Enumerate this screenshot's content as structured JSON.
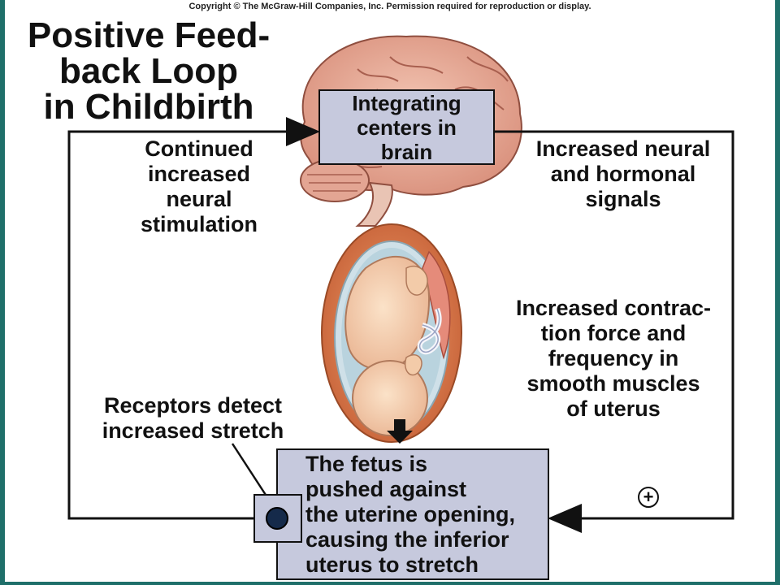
{
  "copyright": "Copyright © The McGraw-Hill Companies, Inc. Permission required for reproduction or display.",
  "title_lines": [
    "Positive Feed-",
    "back Loop",
    "in Childbirth"
  ],
  "integrating_box": {
    "lines": [
      "Integrating",
      "centers in",
      "brain"
    ]
  },
  "left_label": {
    "lines": [
      "Continued",
      "increased",
      "neural",
      "stimulation"
    ]
  },
  "right_top_label": {
    "lines": [
      "Increased neural",
      "and hormonal",
      "signals"
    ]
  },
  "right_mid_label": {
    "lines": [
      "Increased contrac-",
      "tion force and",
      "frequency in",
      "smooth muscles",
      "of uterus"
    ]
  },
  "receptor_label": {
    "lines": [
      "Receptors detect",
      "increased stretch"
    ]
  },
  "fetus_box": {
    "lines": [
      "The fetus is",
      "pushed against",
      "the uterine opening,",
      "causing the inferior",
      "uterus to stretch"
    ]
  },
  "plus_symbol": "+",
  "colors": {
    "box_fill": "#c6c9dd",
    "frame": "#1f6f6a",
    "receptor_dot": "#152a4a"
  }
}
